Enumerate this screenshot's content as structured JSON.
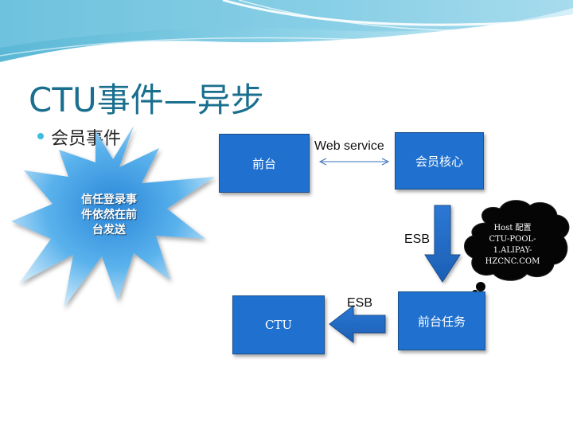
{
  "title": "CTU事件—异步",
  "bullet": "会员事件",
  "callout": {
    "lines": [
      "信任登录事",
      "件依然在前",
      "台发送"
    ]
  },
  "nodes": {
    "frontend": "前台",
    "member_core": "会员核心",
    "frontend_task": "前台任务",
    "ctu": "CTU"
  },
  "edges": {
    "web_service": "Web service",
    "esb_down": "ESB",
    "esb_left": "ESB"
  },
  "note": {
    "lines": [
      "Host 配置",
      "CTU-POOL-",
      "1.ALIPAY-",
      "HZCNC.COM"
    ]
  },
  "colors": {
    "title": "#1a6f8e",
    "box_fill": "#1f70cf",
    "accent": "#3dbde0"
  }
}
